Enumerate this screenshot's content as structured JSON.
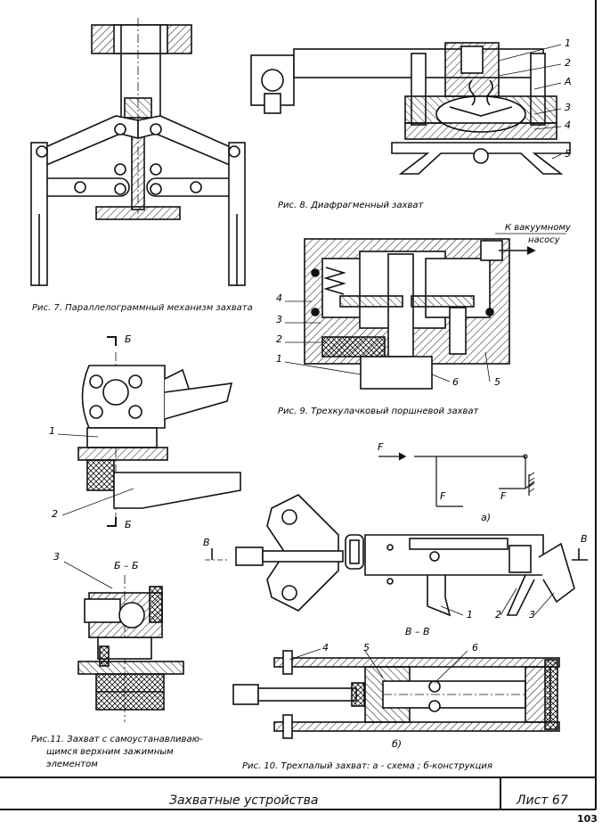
{
  "figures": {
    "fig7": {
      "caption": "Рис. 7.  Параллелограммный механизм захвата"
    },
    "fig8": {
      "caption": "Рис. 8.  Диафрагменный захват",
      "labels": [
        "1",
        "2",
        "A",
        "3",
        "4",
        "5"
      ]
    },
    "fig9": {
      "caption": "Рис. 9.  Трехкулачковый    поршневой захват",
      "vacuum_line1": "К вакуумному",
      "vacuum_line2": "насосу",
      "labels": [
        "4",
        "3",
        "2",
        "1",
        "6",
        "5"
      ]
    },
    "fig10": {
      "caption": "Рис. 10.  Трехпалый захват: а - схема ; б-конструкция",
      "force_F": "F",
      "force_F1": "F",
      "force_F1b": "F",
      "scheme_label": "а)",
      "construction_label": "б)",
      "section_title": "В – В",
      "section_marker": "В",
      "labels": [
        "1",
        "2",
        "3",
        "4",
        "5",
        "6"
      ]
    },
    "fig11": {
      "caption_line1": "Рис.11.  Захват с самоустанавливаю-",
      "caption_line2": "щимся верхним зажимным",
      "caption_line3": "элементом",
      "section_title": "Б – Б",
      "section_marker": "Б",
      "labels": [
        "1",
        "2",
        "3"
      ]
    }
  },
  "footer": {
    "title": "Захватные устройства",
    "sheet": "Лист 67"
  },
  "page_number": "103"
}
